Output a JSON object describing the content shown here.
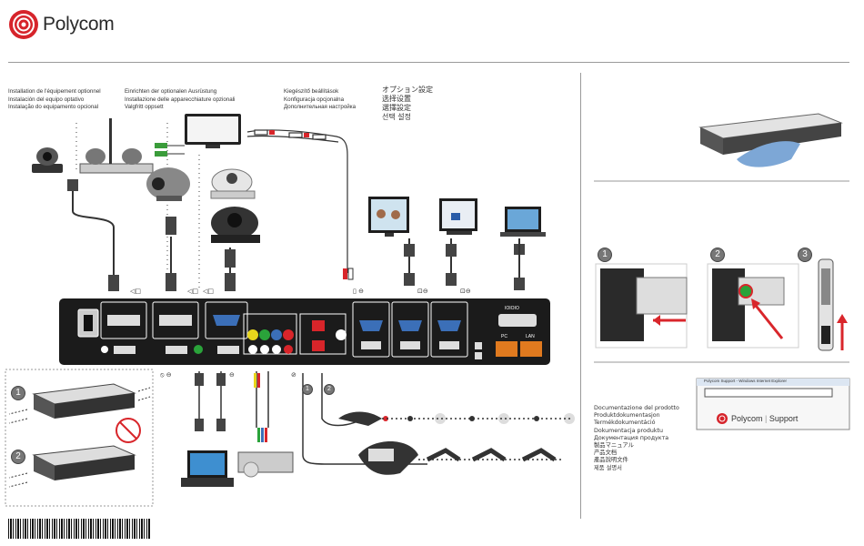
{
  "brand": {
    "name": "Polycom"
  },
  "options_column_1": [
    "Installation de l'équipement optionnel",
    "Instalación del equipo optativo",
    "Instalação do equipamento opcional"
  ],
  "options_column_2": [
    "Einrichten der optionalen Ausrüstung",
    "Installazione delle apparecchiature opzionali",
    "Valgfritt oppsett"
  ],
  "options_column_3": [
    "Kiegészítő beállítások",
    "Konfiguracja opcjonalna",
    "Дополнительная настройка"
  ],
  "options_column_4": [
    "オプション設定",
    "选择设置",
    "選擇設定",
    "선택 설정"
  ],
  "documentation_list": [
    "Documentazione del prodotto",
    "Produktdokumentasjon",
    "Termékdokumentáció",
    "Dokumentacja produktu",
    "Документация продукта",
    "製品マニュアル",
    "产品文档",
    "產品說明文件",
    "제품 설명서"
  ],
  "support": {
    "label": "Support",
    "browser_title": "Polycom Support - Windows Internet Explorer"
  },
  "steps": {
    "remote_steps": [
      "1",
      "2",
      "3"
    ],
    "power_steps": [
      "1",
      "2"
    ],
    "cable_steps": [
      "1",
      "2"
    ]
  },
  "panel": {
    "serial_label": "IOIOIO",
    "lan_labels": [
      "PC",
      "LAN"
    ]
  },
  "colors": {
    "panel": "#1b1b1b",
    "port_frame": "#ffffff",
    "vga_blue": "#3b6fb8",
    "lan_orange": "#e07a1f",
    "yellow": "#e8d61c",
    "green_jack": "#2aa33a",
    "red_jack": "#d8252a",
    "arrow_red": "#d9262b",
    "logo_red": "#d6242b"
  }
}
